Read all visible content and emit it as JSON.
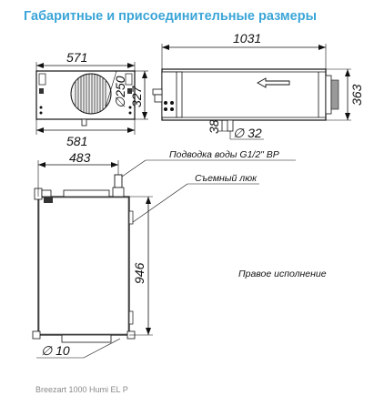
{
  "title": "Габаритные и присоединительные размеры",
  "footer": "Breezart 1000 Humi EL P",
  "dimensions": {
    "top_width": "571",
    "bottom_width": "581",
    "height_front": "327",
    "fan_diameter": "∅250",
    "length": "1031",
    "height_side": "363",
    "drain_offset": "38",
    "drain_diameter": "∅ 32",
    "water_offset": "483",
    "plan_length": "946",
    "hole_diameter": "∅ 10"
  },
  "labels": {
    "water_supply": "Подводка воды  G1/2\" ВР",
    "hatch": "Съемный люк",
    "version": "Правое исполнение"
  }
}
